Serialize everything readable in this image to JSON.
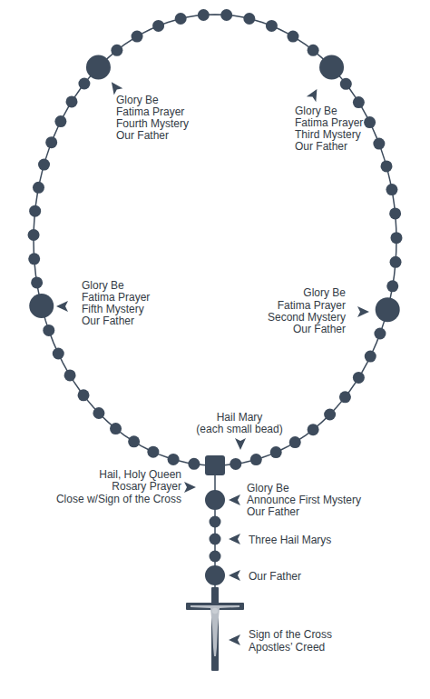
{
  "diagram": {
    "labels": [
      "Glory Be",
      "Fatima Prayer",
      "Fourth Mystery",
      "Our Father",
      "Glory Be",
      "Fatima Prayer",
      "Third Mystery",
      "Our Father",
      "Glory Be",
      "Fatima Prayer",
      "Fifth Mystery",
      "Our Father",
      "Glory Be",
      "Fatima Prayer",
      "Second Mystery",
      "Our Father",
      "Hail Mary",
      "(each small bead)",
      "Hail, Holy Queen",
      "Rosary Prayer",
      "Close w/Sign of the Cross",
      "Glory Be",
      "Announce First Mystery",
      "Our Father",
      "Three Hail Marys",
      "Our Father",
      "Sign of the Cross",
      "Apostles’ Creed"
    ]
  }
}
